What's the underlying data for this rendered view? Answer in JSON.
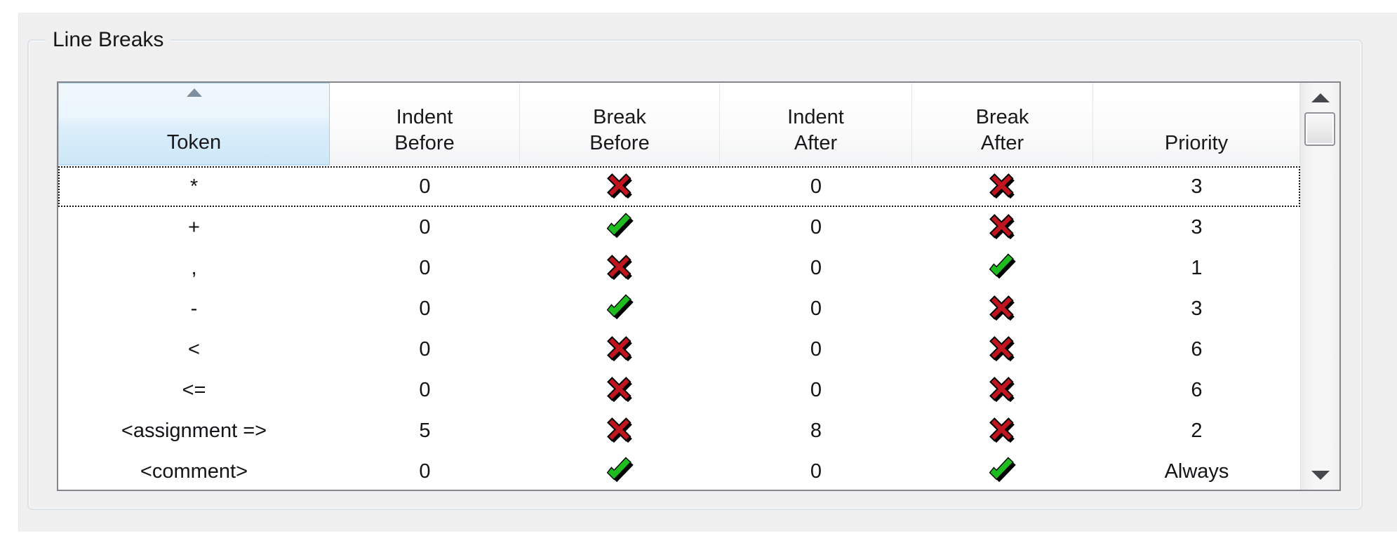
{
  "groupbox": {
    "title": "Line Breaks"
  },
  "grid": {
    "sort": {
      "column": "Token",
      "direction": "ascending",
      "icon": "sort-ascending-icon"
    },
    "columns": [
      {
        "key": "token",
        "label": "Token",
        "sorted": true
      },
      {
        "key": "indent_before",
        "label": "Indent\nBefore",
        "sorted": false
      },
      {
        "key": "break_before",
        "label": "Break\nBefore",
        "sorted": false
      },
      {
        "key": "indent_after",
        "label": "Indent\nAfter",
        "sorted": false
      },
      {
        "key": "break_after",
        "label": "Break\nAfter",
        "sorted": false
      },
      {
        "key": "priority",
        "label": "Priority",
        "sorted": false
      }
    ],
    "rows": [
      {
        "token": "*",
        "indent_before": "0",
        "break_before": false,
        "indent_after": "0",
        "break_after": false,
        "priority": "3",
        "selected": true
      },
      {
        "token": "+",
        "indent_before": "0",
        "break_before": true,
        "indent_after": "0",
        "break_after": false,
        "priority": "3",
        "selected": false
      },
      {
        "token": ",",
        "indent_before": "0",
        "break_before": false,
        "indent_after": "0",
        "break_after": true,
        "priority": "1",
        "selected": false
      },
      {
        "token": "-",
        "indent_before": "0",
        "break_before": true,
        "indent_after": "0",
        "break_after": false,
        "priority": "3",
        "selected": false
      },
      {
        "token": "<",
        "indent_before": "0",
        "break_before": false,
        "indent_after": "0",
        "break_after": false,
        "priority": "6",
        "selected": false
      },
      {
        "token": "<=",
        "indent_before": "0",
        "break_before": false,
        "indent_after": "0",
        "break_after": false,
        "priority": "6",
        "selected": false
      },
      {
        "token": "<assignment =>",
        "indent_before": "5",
        "break_before": false,
        "indent_after": "8",
        "break_after": false,
        "priority": "2",
        "selected": false
      },
      {
        "token": "<comment>",
        "indent_before": "0",
        "break_before": true,
        "indent_after": "0",
        "break_after": true,
        "priority": "Always",
        "selected": false
      }
    ],
    "icons": {
      "true_icon": "check-icon",
      "false_icon": "cross-icon"
    },
    "colors": {
      "check": "#1ebc1e",
      "cross": "#c0141e",
      "icon_outline": "#000000",
      "sorted_header_border": "#a2cdeb",
      "grid_border": "#83868c"
    }
  },
  "scrollbar": {
    "position": "top",
    "up_icon": "scroll-up-icon",
    "down_icon": "scroll-down-icon"
  }
}
